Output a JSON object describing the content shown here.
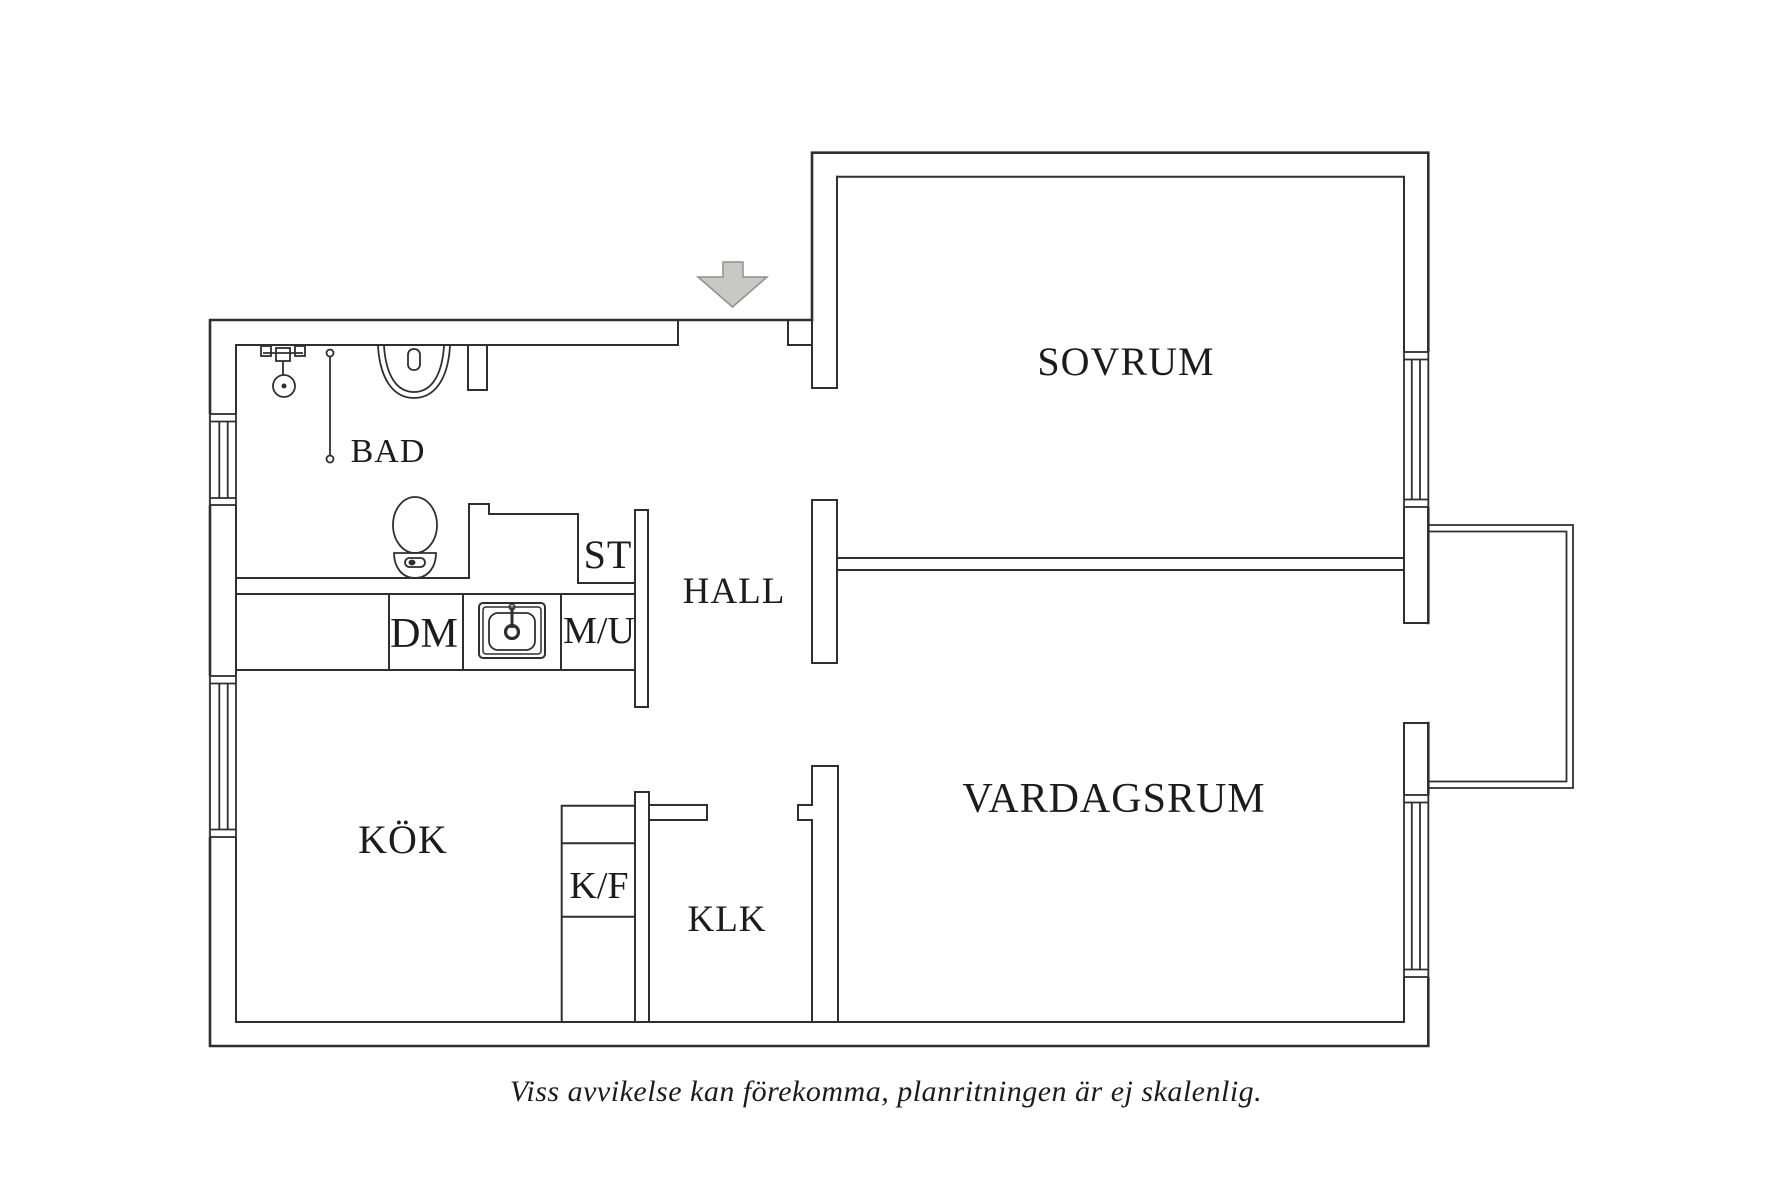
{
  "rooms": {
    "sovrum": {
      "label": "SOVRUM"
    },
    "vardagsrum": {
      "label": "VARDAGSRUM"
    },
    "kok": {
      "label": "KÖK"
    },
    "bad": {
      "label": "BAD"
    },
    "hall": {
      "label": "HALL"
    },
    "klk": {
      "label": "KLK"
    },
    "st": {
      "label": "ST"
    }
  },
  "appliances": {
    "dm": {
      "label": "DM"
    },
    "mu": {
      "label": "M/U"
    },
    "kf": {
      "label": "K/F"
    }
  },
  "footer": {
    "disclaimer": "Viss avvikelse kan förekomma, planritningen är ej skalenlig."
  },
  "icons": {
    "entrance_arrow": "entrance-direction-arrow"
  },
  "colors": {
    "background": "#ffffff",
    "wall_line": "#2f2f2f",
    "arrow_fill": "#c8c8c4",
    "arrow_stroke": "#8f8f8c",
    "text": "#1c1c1c"
  }
}
